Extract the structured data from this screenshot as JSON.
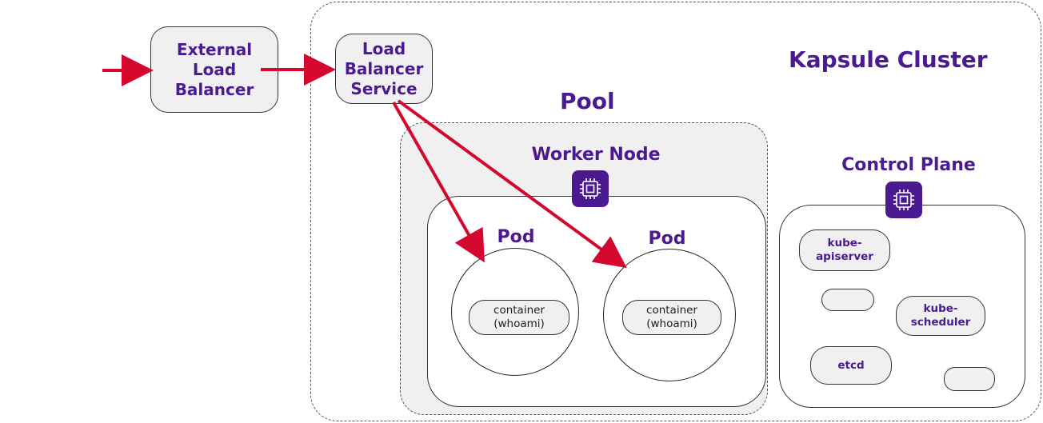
{
  "cluster": {
    "title": "Kapsule Cluster"
  },
  "external_lb": {
    "label": "External Load Balancer"
  },
  "lb_service": {
    "label": "Load Balancer Service"
  },
  "pool": {
    "title": "Pool"
  },
  "worker_node": {
    "title": "Worker Node",
    "icon": "cpu-chip-icon",
    "pods": [
      {
        "label": "Pod",
        "container": "container (whoami)"
      },
      {
        "label": "Pod",
        "container": "container (whoami)"
      }
    ]
  },
  "control_plane": {
    "title": "Control Plane",
    "icon": "cpu-chip-icon",
    "components": [
      {
        "label": "kube-apiserver"
      },
      {
        "label": "kube-scheduler"
      },
      {
        "label": "etcd"
      }
    ]
  },
  "colors": {
    "accent": "#4b1a91",
    "arrow": "#d4082f",
    "panel": "#f0f0f0"
  }
}
